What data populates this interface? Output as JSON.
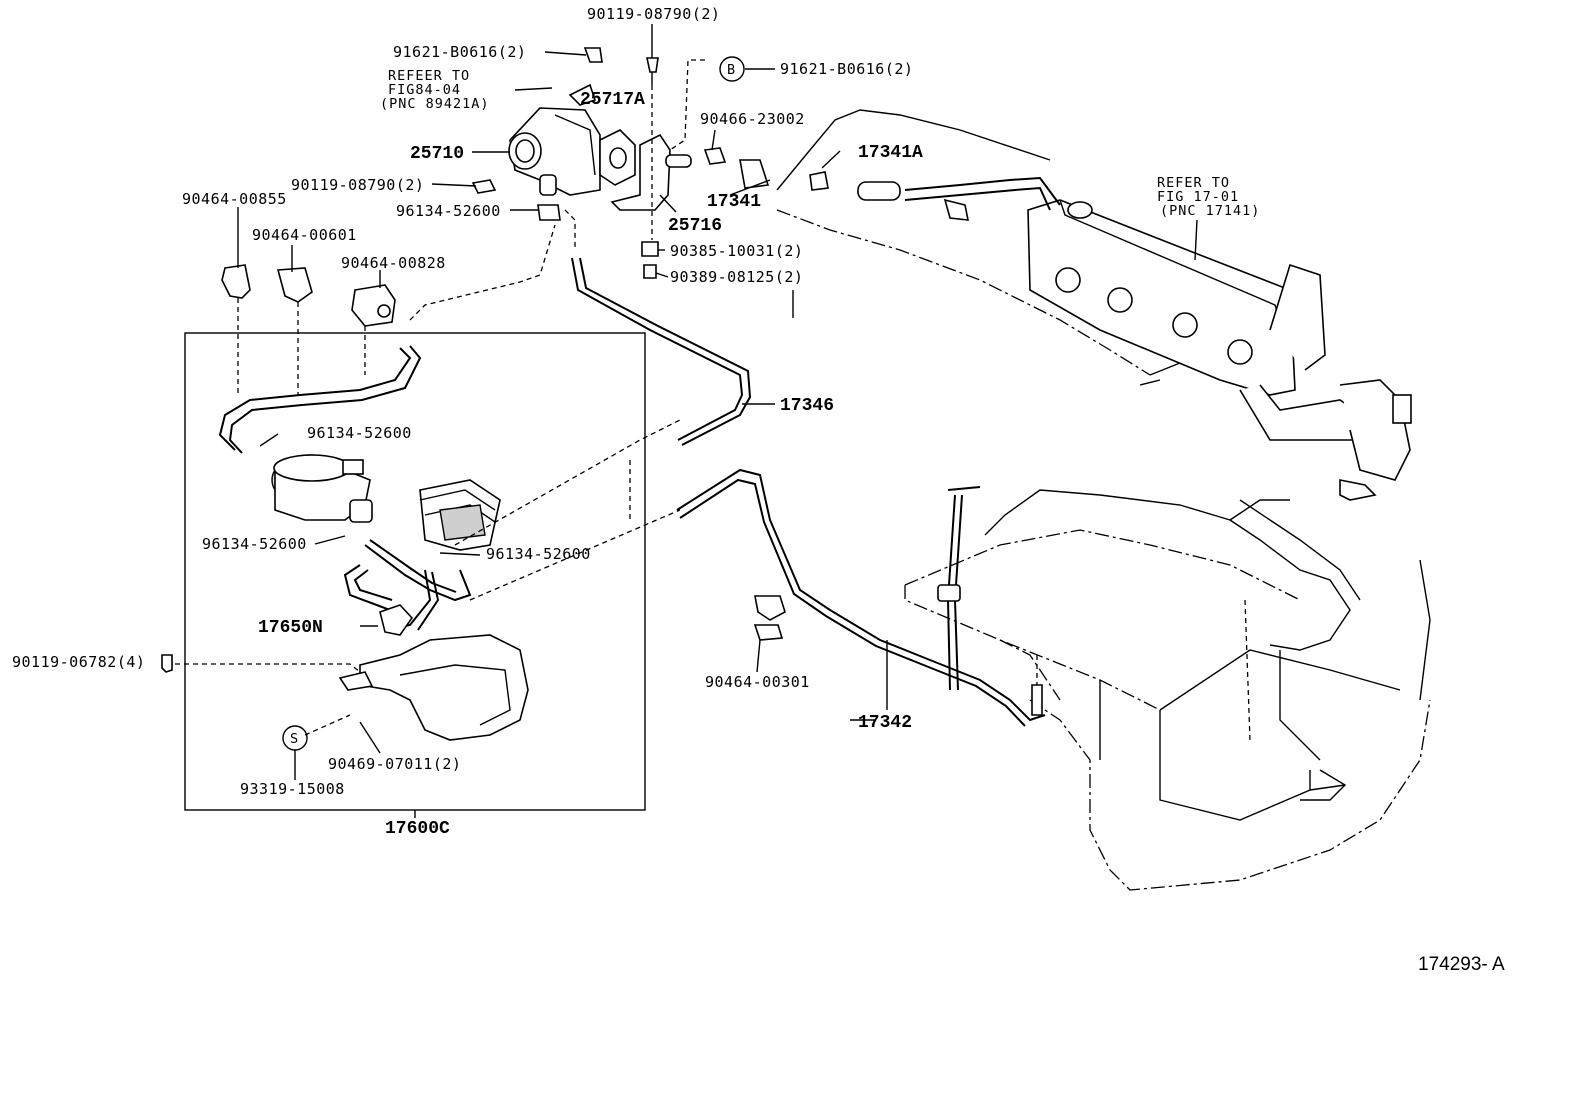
{
  "labels": {
    "p90119_08790_top": "90119-08790(2)",
    "p91621_B0616_left": "91621-B0616(2)",
    "p91621_B0616_right": "91621-B0616(2)",
    "refer_fig84_line1": "REFEER TO",
    "refer_fig84_line2": "FIG84-04",
    "refer_fig84_line3": "(PNC 89421A)",
    "p25717A": "25717A",
    "p90466_23002": "90466-23002",
    "p25710": "25710",
    "p17341A": "17341A",
    "p90119_08790_mid": "90119-08790(2)",
    "p17341": "17341",
    "p90464_00855": "90464-00855",
    "p96134_52600_top": "96134-52600",
    "p25716": "25716",
    "refer_fig17_line1": "REFER TO",
    "refer_fig17_line2": "FIG 17-01",
    "refer_fig17_line3": "(PNC 17141)",
    "p90464_00601": "90464-00601",
    "p90385_10031": "90385-10031(2)",
    "p90464_00828": "90464-00828",
    "p90389_08125": "90389-08125(2)",
    "p17346": "17346",
    "p96134_52600_a": "96134-52600",
    "p96134_52600_b": "96134-52600",
    "p96134_52600_c": "96134-52600",
    "p17650N": "17650N",
    "p90119_06782": "90119-06782(4)",
    "p90464_00301": "90464-00301",
    "p17342": "17342",
    "p90469_07011": "90469-07011(2)",
    "p93319_15008": "93319-15008",
    "p17600C": "17600C",
    "marker_B": "B",
    "marker_S": "S",
    "figure_number": "174293- A"
  }
}
